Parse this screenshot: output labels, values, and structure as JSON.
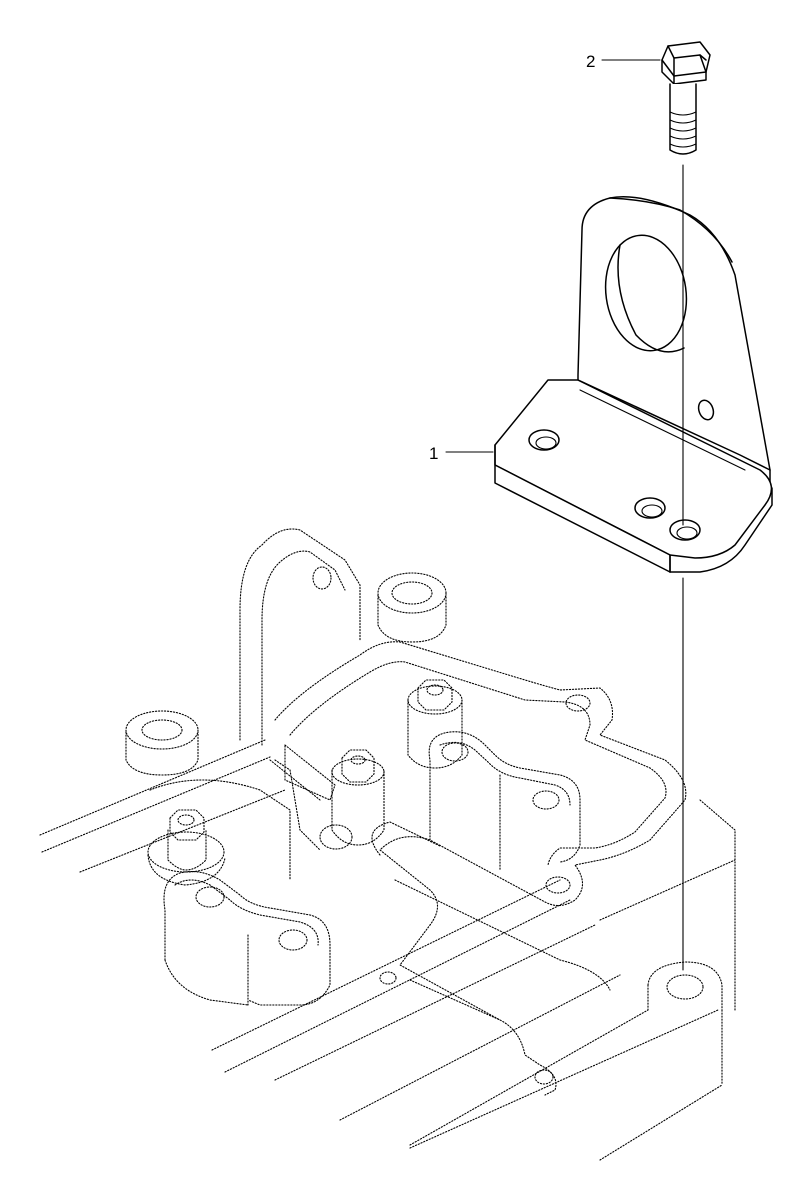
{
  "callouts": [
    {
      "number": "1",
      "part": "bracket"
    },
    {
      "number": "2",
      "part": "bolt"
    }
  ],
  "colors": {
    "line": "#000000",
    "background": "#ffffff"
  }
}
